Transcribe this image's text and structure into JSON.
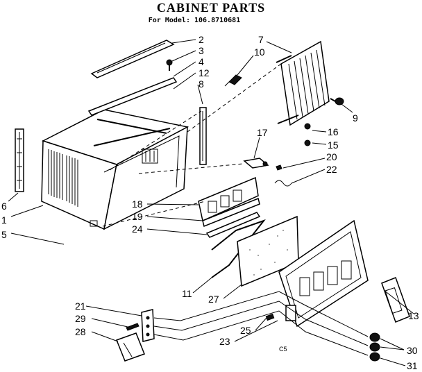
{
  "header": {
    "title": "CABINET PARTS",
    "subtitle": "For Model: 106.8710681"
  },
  "diagram": {
    "callouts": [
      "1",
      "2",
      "3",
      "4",
      "5",
      "6",
      "7",
      "8",
      "9",
      "10",
      "11",
      "12",
      "13",
      "15",
      "16",
      "17",
      "18",
      "19",
      "20",
      "21",
      "22",
      "23",
      "24",
      "25",
      "27",
      "28",
      "29",
      "30",
      "31"
    ],
    "footer_code": "C5"
  }
}
